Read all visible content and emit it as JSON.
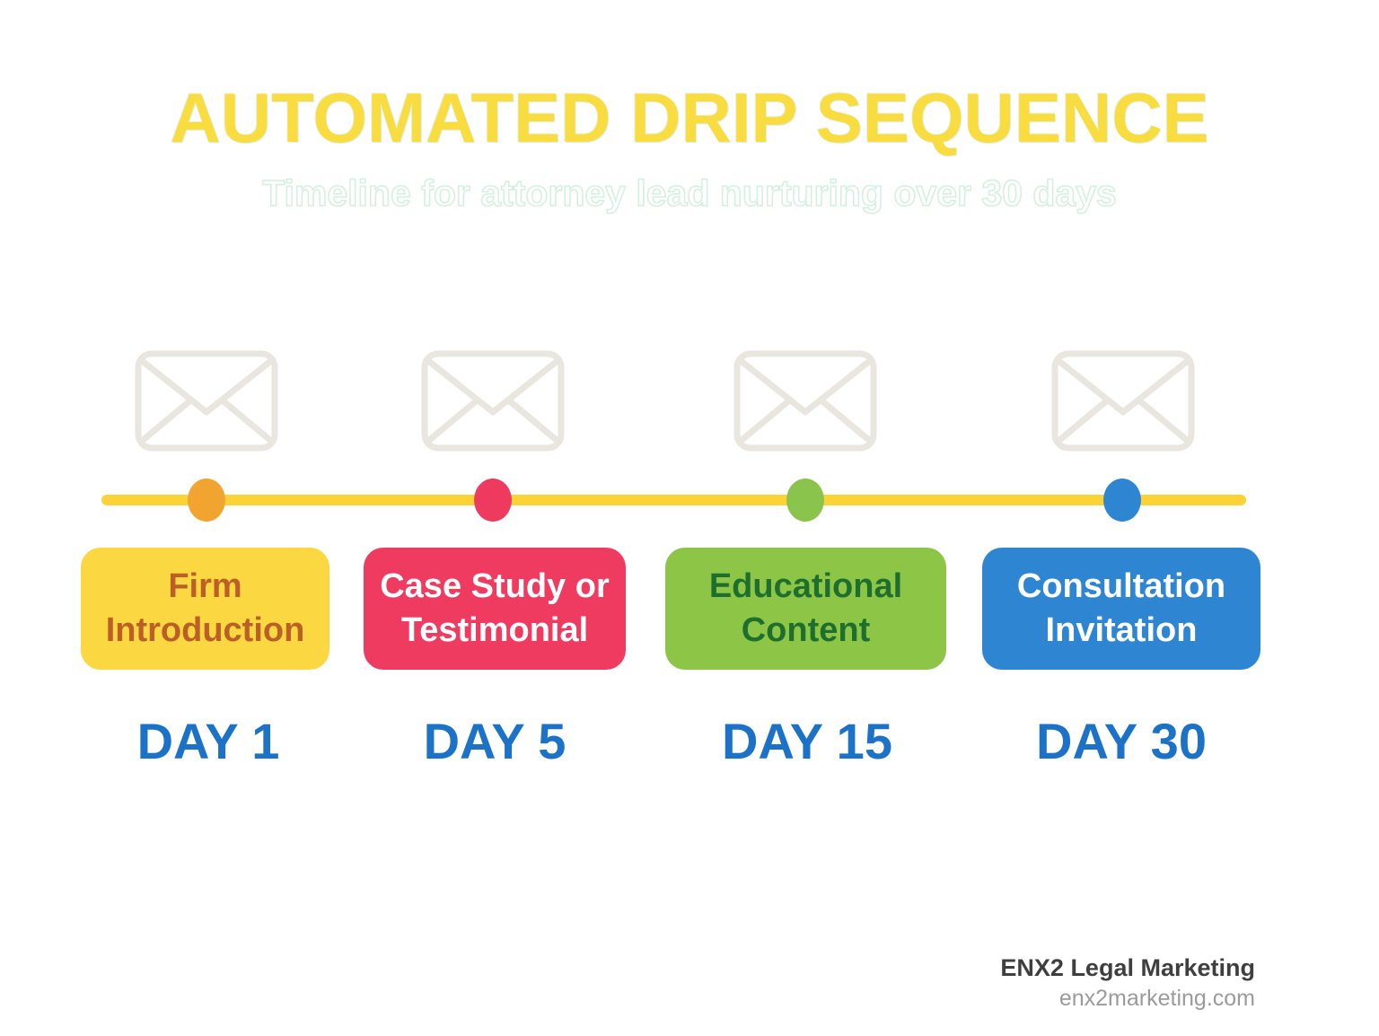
{
  "title": "AUTOMATED DRIP SEQUENCE",
  "subtitle": "Timeline for attorney lead nurturing over 30 days",
  "colors": {
    "background": "#ffffff",
    "title": "#f9dc3f",
    "subtitle_fill": "#ffffff",
    "subtitle_outline": "#d4efe2",
    "envelope": "#e9e6df",
    "timeline": "#fbd337",
    "day_label": "#1b72c7",
    "footer_brand": "#3f3f3f",
    "footer_site": "#9b9b9b"
  },
  "timeline": {
    "icon": "envelope-icon",
    "steps": [
      {
        "day_label": "DAY 1",
        "box_label": "Firm Introduction",
        "box_color": "#fbd841",
        "box_text_color": "#bc5f26",
        "dot_color": "#f2a431"
      },
      {
        "day_label": "DAY 5",
        "box_label": "Case Study or Testimonial",
        "box_color": "#f03b60",
        "box_text_color": "#ffffff",
        "dot_color": "#ef3a60"
      },
      {
        "day_label": "DAY 15",
        "box_label": "Educational Content",
        "box_color": "#8dc647",
        "box_text_color": "#1e6e2e",
        "dot_color": "#8bc44c"
      },
      {
        "day_label": "DAY 30",
        "box_label": "Consultation Invitation",
        "box_color": "#2e86d3",
        "box_text_color": "#ffffff",
        "dot_color": "#2e86d3"
      }
    ]
  },
  "footer": {
    "brand": "ENX2 Legal Marketing",
    "website": "enx2marketing.com"
  }
}
